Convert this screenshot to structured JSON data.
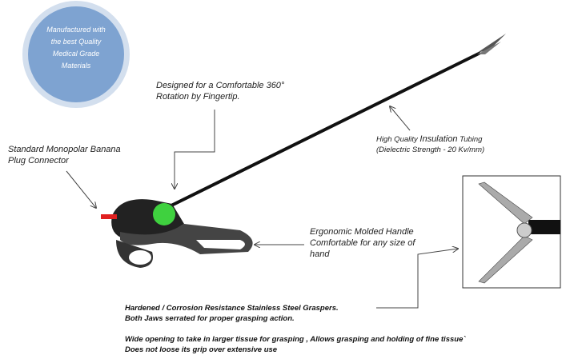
{
  "badge": {
    "lines": [
      "Manufactured with",
      "the best Quality",
      "Medical Grade",
      "Materials"
    ],
    "color": "#7ea3d1",
    "ring_color": "#d3dfee"
  },
  "callouts": {
    "rotation": [
      "Designed for a Comfortable 360°",
      "Rotation by Fingertip."
    ],
    "connector": [
      "Standard Monopolar Banana",
      "Plug Connector"
    ],
    "tubing": {
      "line1_prefix": "High Quality ",
      "line1_emph": "Insulation",
      "line1_suffix": " Tubing",
      "line2": "(Dielectric Strength - 20 Kv/mm)"
    },
    "handle": [
      "Ergonomic Molded Handle",
      "Comfortable for any size of",
      "hand"
    ]
  },
  "bottom": {
    "graspers": [
      "Hardened / Corrosion Resistance Stainless Steel Graspers.",
      "Both Jaws serrated for proper grasping action."
    ],
    "opening": [
      "Wide opening to take in larger tissue for grasping , Allows grasping and holding of fine tissue`",
      "Does not loose its grip  over extensive use"
    ]
  },
  "colors": {
    "knob": "#3fd13f",
    "connector_tip": "#e02020",
    "shaft": "#111111"
  }
}
